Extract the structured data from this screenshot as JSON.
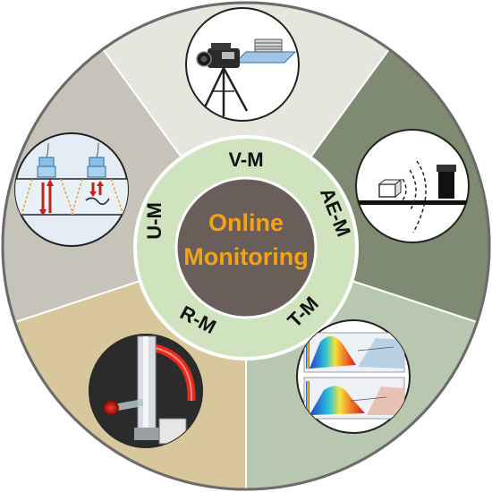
{
  "center": {
    "line1": "Online",
    "line2": "Monitoring"
  },
  "methods": [
    {
      "key": "vm",
      "label": "V-M"
    },
    {
      "key": "aem",
      "label": "AE-M"
    },
    {
      "key": "tm",
      "label": "T-M"
    },
    {
      "key": "rm",
      "label": "R-M"
    },
    {
      "key": "um",
      "label": "U-M"
    }
  ],
  "colors": {
    "outer_border": "#6b6b6b",
    "sector_top": "#e6e6de",
    "sector_right": "#7e8a72",
    "sector_bottom_right": "#b8c7b0",
    "sector_bottom_left": "#d8c79c",
    "sector_left": "#c6c3ba",
    "ring": "#cfe3bf",
    "center": "#6a5e5b",
    "title_text": "#f5a312"
  },
  "icons": {
    "top": "video-camera-tripod",
    "right": "acoustic-emission-sensor",
    "bottom_right": "thermal-plots",
    "bottom_left": "optical-fiber-glow",
    "left": "ultrasonic-probes"
  }
}
